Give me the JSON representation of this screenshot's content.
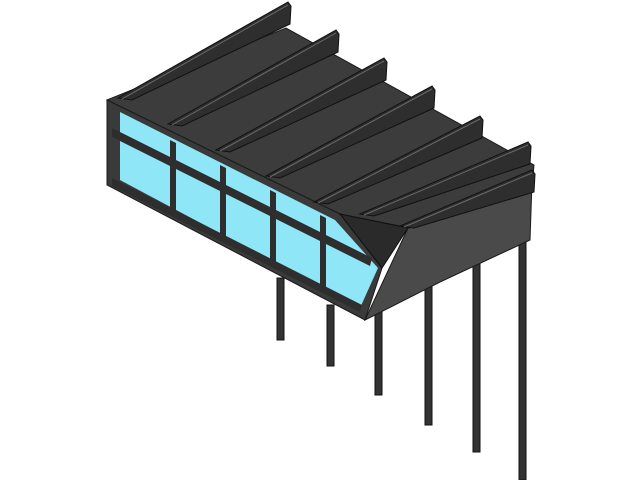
{
  "scene": {
    "subject": "canopy-3d-model",
    "colors": {
      "background": "#ffffff",
      "roof": "#3c3c3c",
      "roof_edge": "#1a1a1a",
      "glass": "#8fe6f7",
      "mullion": "#2e2e2e",
      "side": "#4a4a4a",
      "column": "#333333",
      "rib_highlight": "#6a6a6a"
    },
    "column_count": 6,
    "rib_count": 7,
    "window_bays": 5
  }
}
